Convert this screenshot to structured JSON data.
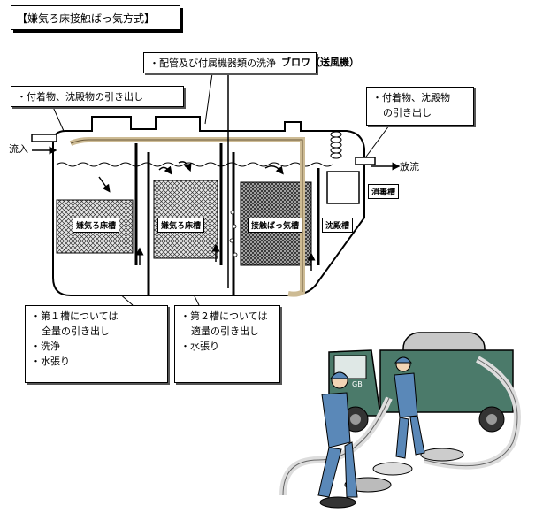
{
  "title": "【嫌気ろ床接触ばっ気方式】",
  "callouts": {
    "inlet_sludge": "・付着物、沈殿物の引き出し",
    "pipe_wash": "・配管及び付属機器類の洗浄",
    "outlet_sludge_line1": "・付着物、沈殿物",
    "outlet_sludge_line2": "の引き出し",
    "tank1_line1": "・第１槽については",
    "tank1_line2": "全量の引き出し",
    "tank1_line3": "・洗浄",
    "tank1_line4": "・水張り",
    "tank2_line1": "・第２槽については",
    "tank2_line2": "適量の引き出し",
    "tank2_line3": "・水張り"
  },
  "labels": {
    "inflow": "流入",
    "discharge": "放流",
    "blower": "ブロワ（送風機）",
    "tank1": "嫌気ろ床槽",
    "tank2": "嫌気ろ床槽",
    "aeration": "接触ばっ気槽",
    "sedimentation": "沈殿槽",
    "disinfection": "消毒槽"
  },
  "truck": {
    "door_text": "GB"
  }
}
